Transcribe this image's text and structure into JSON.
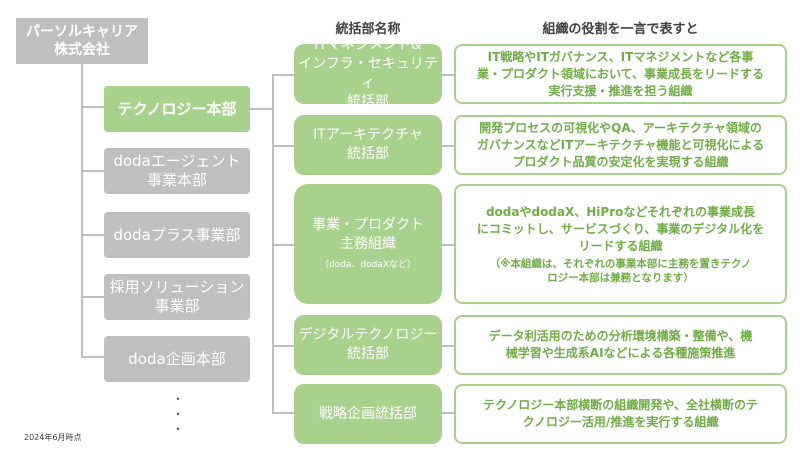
{
  "company": "パーソルキャリア\n株式会社",
  "headers": {
    "name": "統括部名称",
    "role": "組織の役割を一言で表すと"
  },
  "departments": [
    "テクノロジー本部",
    "dodaエージェント\n事業本部",
    "dodaプラス事業部",
    "採用ソリューション\n事業部",
    "doda企画本部"
  ],
  "ellipsis": "・\n・\n・",
  "units": [
    {
      "name": "ITマネジメント&\nインフラ・セキュリティ\n統括部",
      "sub": "",
      "role": "IT戦略やITガバナンス、ITマネジメントなど各事\n業・プロダクト領域において、事業成長をリードする\n実行支援・推進を担う組織",
      "note": ""
    },
    {
      "name": "ITアーキテクチャ\n統括部",
      "sub": "",
      "role": "開発プロセスの可視化やQA、アーキテクチャ領域の\nガバナンスなどITアーキテクチャ機能と可視化による\nプロダクト品質の安定化を実現する組織",
      "note": ""
    },
    {
      "name": "事業・プロダクト\n主務組織",
      "sub": "（doda、dodaXなど）",
      "role": "dodaやdodaX、HiProなどそれぞれの事業成長\nにコミットし、サービスづくり、事業のデジタル化を\nリードする組織",
      "note": "（※本組織は、それぞれの事業本部に主務を置きテクノ\nロジー本部は兼務となります）"
    },
    {
      "name": "デジタルテクノロジー\n統括部",
      "sub": "",
      "role": "データ利活用のための分析環境構築・整備や、機\n械学習や生成系AIなどによる各種施策推進",
      "note": ""
    },
    {
      "name": "戦略企画統括部",
      "sub": "",
      "role": "テクノロジー本部横断の組織開発や、全社横断のテ\nクノロジー活用/推進を実行する組織",
      "note": ""
    }
  ],
  "footnote": "2024年6月時点",
  "colors": {
    "green": "#a9d18e",
    "green_text": "#70ad47",
    "gray": "#bfbfbf",
    "line": "#bfbfbf"
  }
}
